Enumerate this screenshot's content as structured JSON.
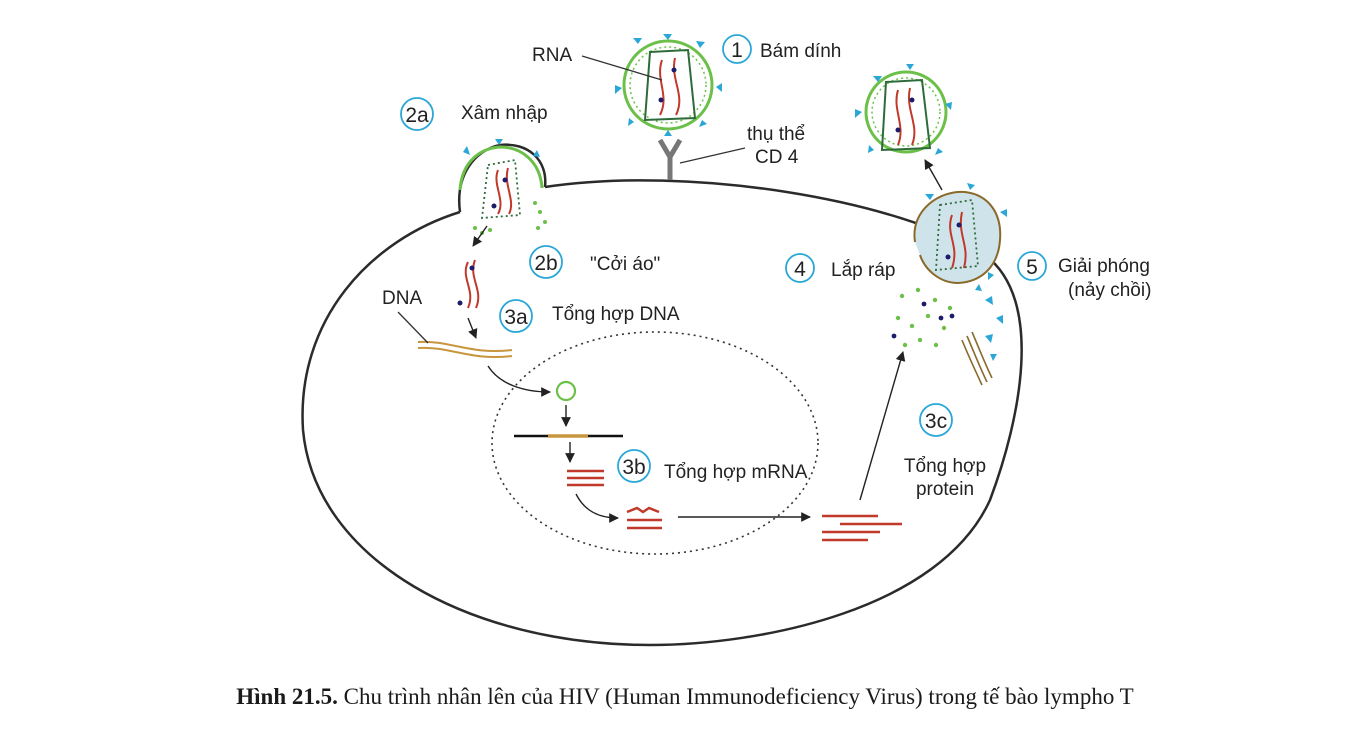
{
  "labels": {
    "rna": "RNA",
    "receptor": [
      "thụ thể",
      "CD 4"
    ],
    "dna": "DNA",
    "quote": "\"Cởi áo\""
  },
  "steps": [
    {
      "num": "1",
      "label": "Bám dính"
    },
    {
      "num": "2a",
      "label": "Xâm nhập"
    },
    {
      "num": "2b",
      "label": ""
    },
    {
      "num": "3a",
      "label": "Tổng hợp DNA"
    },
    {
      "num": "3b",
      "label": "Tổng hợp mRNA"
    },
    {
      "num": "3c",
      "label": "Tổng hợp protein"
    },
    {
      "num": "4",
      "label": "Lắp ráp"
    },
    {
      "num": "5",
      "label": "Giải phóng"
    }
  ],
  "step3c_lines": [
    "Tổng hợp",
    "protein"
  ],
  "step5_sub": "(nảy chồi)",
  "caption": {
    "bold": "Hình 21.5.",
    "text": " Chu trình nhân lên của HIV (Human Immunodeficiency Virus) trong tế bào lympho T"
  },
  "colors": {
    "membrane": "#2b2b2b",
    "envelope": "#6cc04a",
    "capsid": "#2e6b3a",
    "rna": "#c0392b",
    "dna": "#c8963e",
    "spike": "#2aa7d6",
    "circle": "#2aa7d6",
    "dot": "#1c1c6b"
  }
}
